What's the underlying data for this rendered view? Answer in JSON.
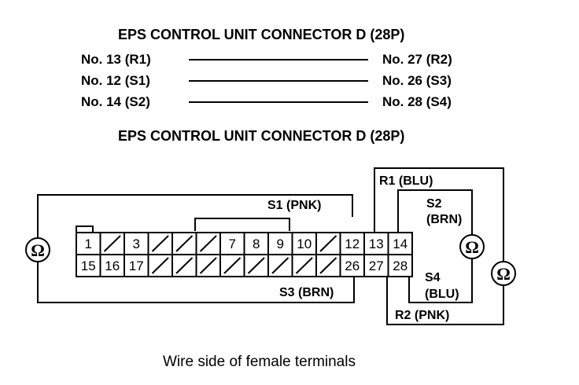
{
  "heading_top": "EPS CONTROL UNIT CONNECTOR D (28P)",
  "connections": [
    {
      "from": "No. 13 (R1)",
      "to": "No. 27 (R2)"
    },
    {
      "from": "No. 12 (S1)",
      "to": "No. 26 (S3)"
    },
    {
      "from": "No. 14 (S2)",
      "to": "No. 28 (S4)"
    }
  ],
  "heading_diagram": "EPS CONTROL UNIT CONNECTOR D (28P)",
  "wires": {
    "s1": "S1 (PNK)",
    "s3": "S3 (BRN)",
    "r1": "R1 (BLU)",
    "s2_line1": "S2",
    "s2_line2": "(BRN)",
    "s4_line1": "S4",
    "s4_line2": "(BLU)",
    "r2": "R2 (PNK)"
  },
  "ohm_symbol": "Ω",
  "connector": {
    "top_row": [
      "1",
      "",
      "3",
      "",
      "",
      "",
      "7",
      "8",
      "9",
      "10",
      "",
      "12",
      "13",
      "14"
    ],
    "bottom_row": [
      "15",
      "16",
      "17",
      "",
      "",
      "",
      "",
      "",
      "",
      "",
      "",
      "26",
      "27",
      "28"
    ]
  },
  "caption": "Wire side of female terminals"
}
